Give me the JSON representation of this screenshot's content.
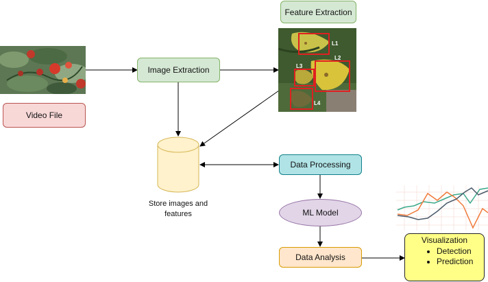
{
  "nodes": {
    "video_file": "Video File",
    "image_extraction": "Image Extraction",
    "feature_extraction": "Feature Extraction",
    "store": "Store images and features",
    "data_processing": "Data Processing",
    "ml_model": "ML Model",
    "data_analysis": "Data Analysis",
    "visualization": {
      "title": "Visualization",
      "items": [
        "Detection",
        "Prediction"
      ]
    }
  },
  "leaf_labels": [
    "L1",
    "L2",
    "L3",
    "L4"
  ],
  "colors": {
    "video_file": "#f8d7d7",
    "image_extraction": "#d5e8d4",
    "feature_extraction": "#d5e8d4",
    "store": "#fff2cc",
    "data_processing": "#b0e3e6",
    "ml_model": "#e1d5e7",
    "data_analysis": "#ffe6cc",
    "visualization": "#ffff88"
  }
}
